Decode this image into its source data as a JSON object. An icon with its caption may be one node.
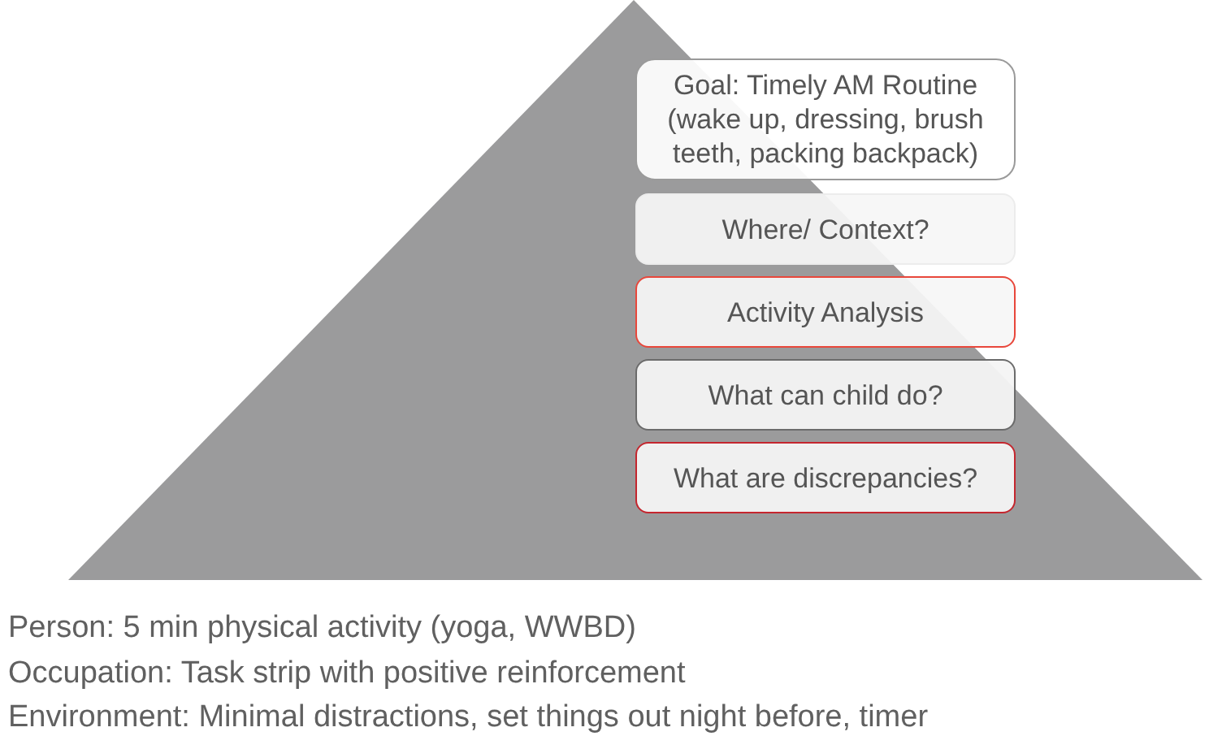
{
  "diagram": {
    "nodes": [
      {
        "text": [
          "Goal: Timely AM Routine (wake up, dressing, brush teeth, packing backpack)"
        ]
      },
      {
        "text": [
          "Where/ Context?"
        ]
      },
      {
        "text": [
          "Activity Analysis"
        ]
      },
      {
        "text": [
          "What can child do?"
        ]
      },
      {
        "text": [
          "What are discrepancies?"
        ]
      }
    ],
    "labels": [
      "Person: 5 min physical activity (yoga, WWBD)",
      "Occupation: Task strip with positive reinforcement",
      "Environment: Minimal distractions, set things out night before, timer"
    ]
  }
}
